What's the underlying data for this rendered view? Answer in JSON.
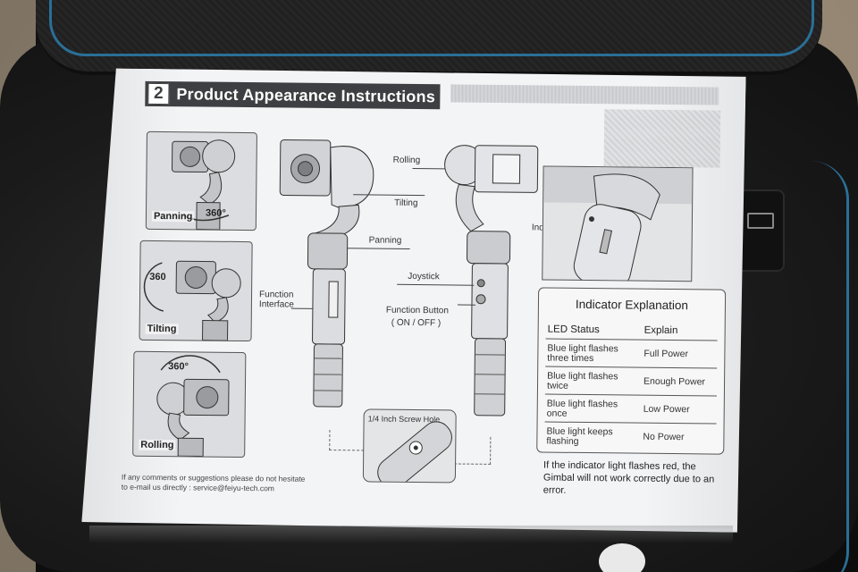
{
  "section": {
    "number": "2",
    "title": "Product Appearance Instructions"
  },
  "thumbnails": {
    "panning": {
      "label": "Panning",
      "degree": "360°"
    },
    "tilting": {
      "label": "Tilting",
      "degree": "360"
    },
    "rolling": {
      "label": "Rolling",
      "degree": "360°"
    }
  },
  "callouts": {
    "rolling": "Rolling",
    "tilting": "Tilting",
    "panning": "Panning",
    "function_interface": "Function\nInterface",
    "joystick": "Joystick",
    "function_button": "Function Button",
    "function_button_sub": "( ON / OFF )",
    "indicator": "Indicator",
    "screw_hole": "1/4 Inch Screw Hole"
  },
  "indicator_table": {
    "title": "Indicator Explanation",
    "col_status": "LED Status",
    "col_explain": "Explain",
    "rows": [
      {
        "status": "Blue light flashes three times",
        "explain": "Full Power"
      },
      {
        "status": "Blue light flashes twice",
        "explain": "Enough Power"
      },
      {
        "status": "Blue light flashes once",
        "explain": "Low Power"
      },
      {
        "status": "Blue light keeps flashing",
        "explain": "No Power"
      }
    ]
  },
  "warning_note": "If the indicator light flashes red, the Gimbal will not work correctly due to an error.",
  "footer_line1": "If any comments or suggestions please do not hesitate",
  "footer_line2": "to e-mail us directly : service@feiyu-tech.com",
  "colors": {
    "zipper": "#2a6f97",
    "header_bg": "#3d3f42",
    "paper": "#f3f4f6"
  }
}
